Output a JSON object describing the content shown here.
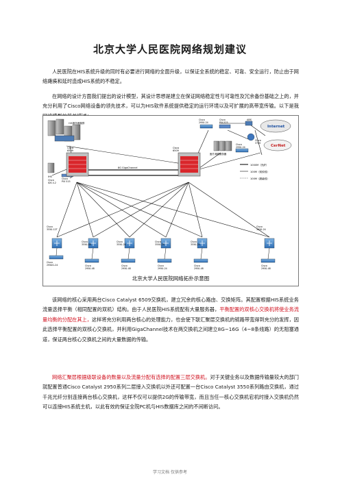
{
  "document": {
    "title": "北京大学人民医院网络规划建议",
    "para1": "人民医院在HIS系统升级的同时有必要进行网络的全面升级，以保证全系统的稳定、可靠、安全运行，防止由于网络瘫痪和延时造成HIS系统的不稳定。",
    "para2": "在网络的设计方面我们提出的设计模型，其设计思想是建立在保证网络稳定性与可靠性及冗余备份基础之上的，并充分利用了Cisco网络设备的领先技术，可以为HIS软件系统提供稳定的运行环境以及可扩展的高带宽传输。以下是我网络模型的简单描述：",
    "para3_a": "该网络的核心采用两台Cisco Catalyst 6509交换机，建立冗余的核心路由、交换矩阵。其配置根据HIS系统业务流量选择平衡（相同配置的双机）结构。由于人民医院HIS系统配有大量服务器，",
    "para3_red": "平衡配置的双核心交换机将使业务流量均衡的分配在其上，",
    "para3_b": "这样将充分利用两台核心的处理能力，也会使下联汇聚层交换机的链路带宽得到充分的发挥，因此选择平衡配置的双核心交换机，并利用GigaChannel技术在两交换机之间建立8G~16G（4~8条线路）的无阻塞通道，保证两台核心交换机之间的大量数据的传输。",
    "para4_red": "网络汇聚层根据级联设备的数量以及流量分配有选择的配置三层交换机。",
    "para4_b": "对于关键业务以及数据传输量较大的部门就配置普通Cisco Catalyst 2950系列二层接入交换机以外还可配置一台Cisco Catalyst 3550系列路由交换机，通过千兆光纤分别连接两台核心交换机，这样不仅可以提供2G的传输带宽，而且当任一核心交换机宕机时接入交换机仍然可以连接HIS系统主机，以此有效的保证全院PC机与HIS数据库之间的不间断访问。",
    "footer": "学习文档 仅供参考"
  },
  "diagram": {
    "caption": "北京大学人民医院网络拓扑示意图",
    "his_server_group": "HIS服务器集群",
    "his_label": "IHS",
    "gigachannel": "8G GigaChannel",
    "internet": "Internet",
    "cernet": "CerNet",
    "app_servers": "医疗/网络服务器",
    "core_left": [
      "Cisco",
      "6509"
    ],
    "core_right": [
      "Cisco",
      "6509"
    ],
    "pix": [
      "Cisco",
      "PIX 515"
    ],
    "ids": [
      "Cisco",
      "IDS 4.2"
    ],
    "ws_top": [
      "Cisco",
      "2950-24"
    ],
    "pix_top": [
      "Cisco",
      "PIX-525"
    ],
    "abs": "ABS",
    "router": [
      "Cisco",
      "3745"
    ],
    "ws_right": [
      "Cisco",
      "2950-24"
    ],
    "legend": [
      "1000M（光纤）",
      "100M（双绞线）",
      "100M（超级线）"
    ],
    "dist": [
      [
        "Cisco",
        "3550-12T"
      ],
      [
        "Cisco",
        "3550-48"
      ],
      [
        "Cisco",
        "3550-24"
      ],
      [
        "Cisco",
        "3550-24"
      ],
      [
        "Cisco",
        "3550-24"
      ],
      [
        "Cisco",
        "3550-24"
      ]
    ],
    "access": [
      [
        "Cisco",
        "2950G-24"
      ],
      [
        "Cisco",
        "2950-48"
      ],
      [
        "Cisco",
        "2950-48"
      ],
      [
        "Cisco",
        "2950-24"
      ],
      [
        "Cisco",
        "2950-48"
      ],
      [
        "Cisco",
        "2950-48"
      ]
    ]
  }
}
